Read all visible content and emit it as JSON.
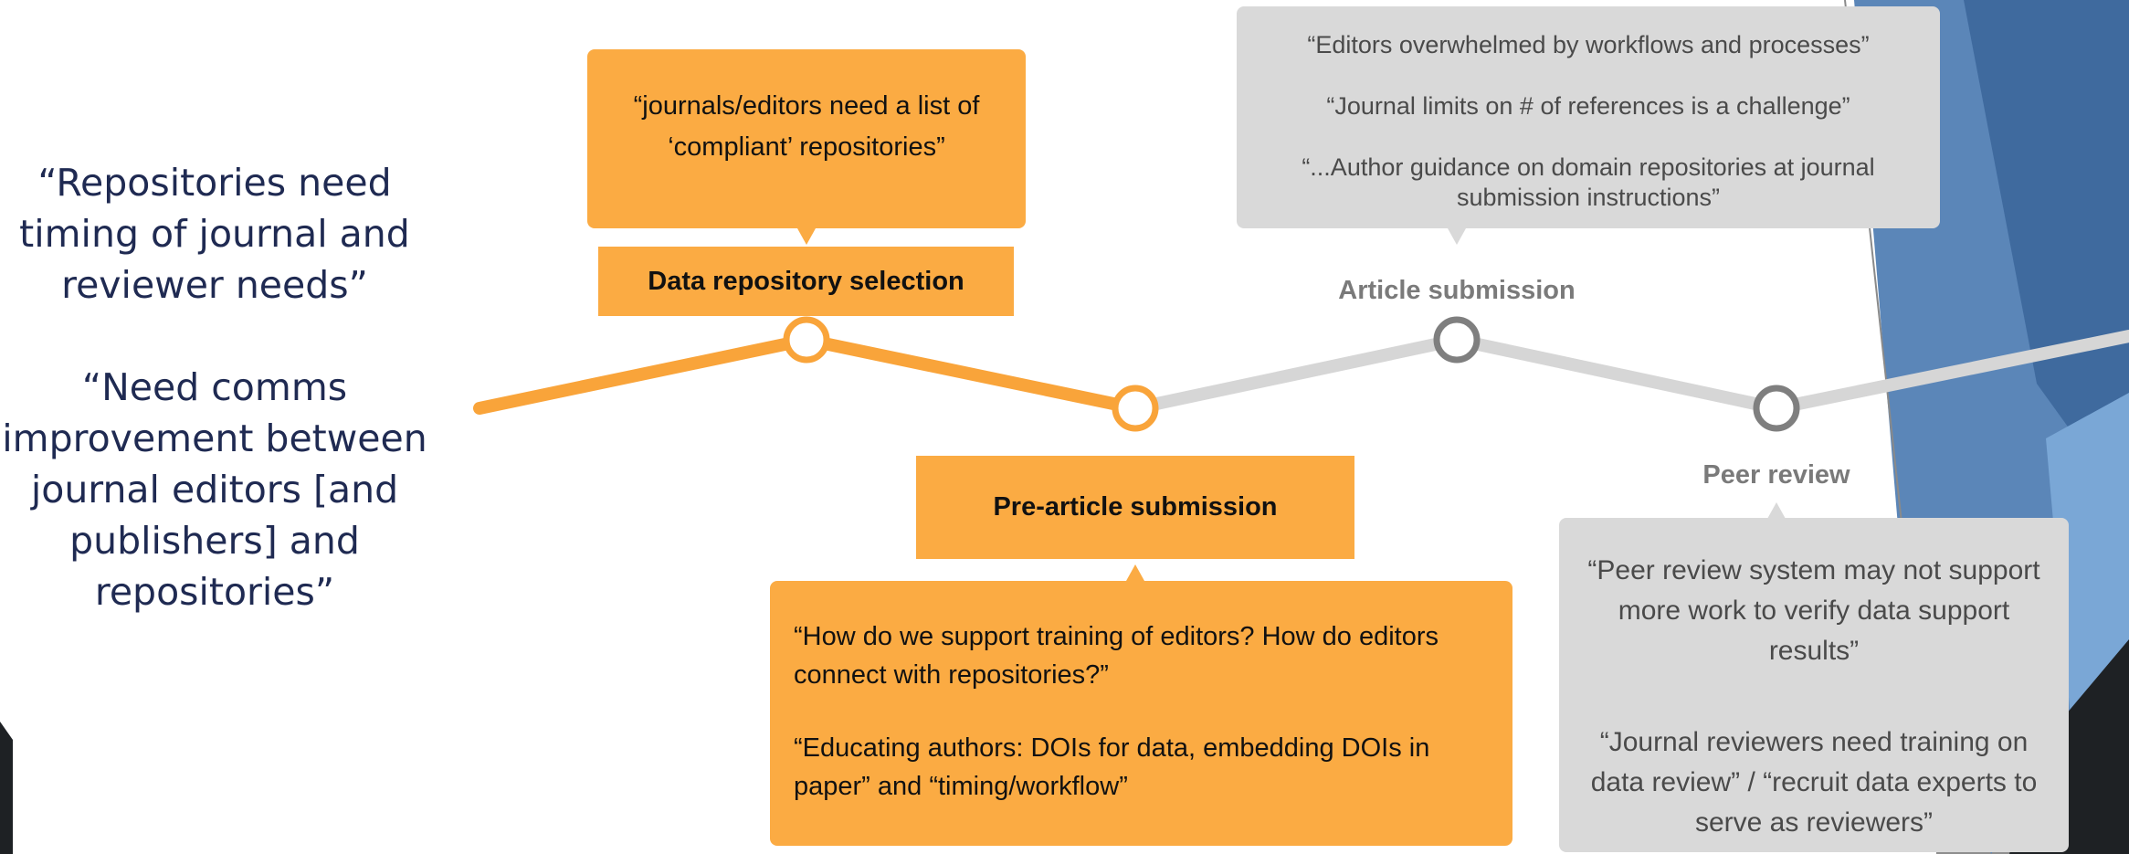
{
  "left_quotes": [
    "“Repositories need timing of journal and reviewer needs”",
    "“Need comms improvement between journal editors [and publishers] and repositories”"
  ],
  "stages": {
    "data_repository_selection": {
      "label": "Data repository selection",
      "quotes": [
        "“journals/editors need a list of ‘compliant’ repositories”"
      ]
    },
    "pre_article_submission": {
      "label": "Pre-article submission",
      "quotes": [
        "“How do we support training of editors? How do editors connect with repositories?”",
        "“Educating authors: DOIs for data, embedding DOIs in paper” and “timing/workflow”"
      ]
    },
    "article_submission": {
      "label": "Article submission",
      "quotes": [
        "“Editors overwhelmed by workflows and processes”",
        "“Journal limits on # of references is a challenge”",
        "“...Author guidance on domain repositories at journal submission instructions”"
      ]
    },
    "peer_review": {
      "label": "Peer review",
      "quotes": [
        "“Peer review system may not support more work to verify data support results”",
        "“Journal reviewers need training on data review” / “recruit data experts to serve as reviewers”"
      ]
    }
  },
  "colors": {
    "accent_orange": "#fbab43",
    "path_orange": "#f9a43a",
    "path_grey": "#d6d6d6",
    "node_grey": "#7f7f7f",
    "text_navy": "#1f2a52"
  }
}
